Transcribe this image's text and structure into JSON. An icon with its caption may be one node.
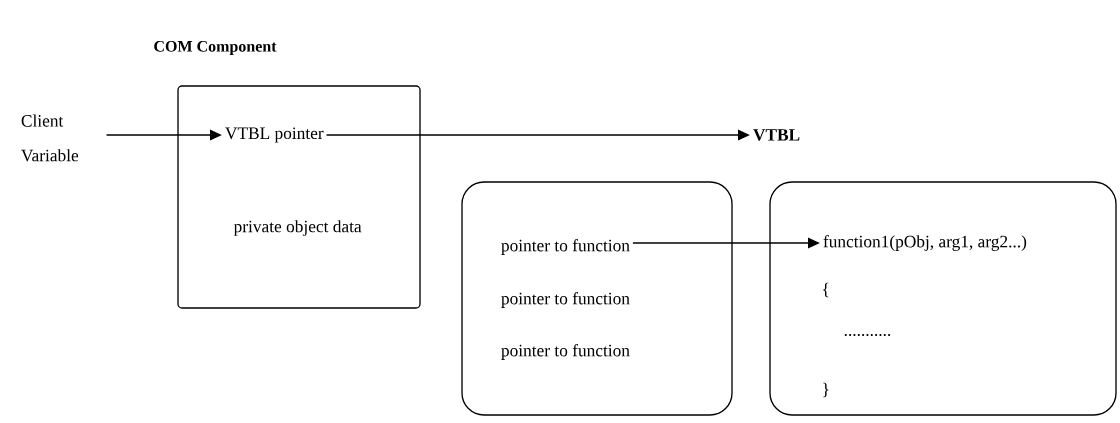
{
  "diagram": {
    "title": "COM Component",
    "nodes": [
      {
        "text": [
          "Client Variable"
        ]
      },
      {
        "text": [
          "private object data"
        ]
      },
      {
        "text": [
          "VTBL pointer"
        ],
        "in": 1
      },
      {
        "text": [
          "VTBL"
        ]
      },
      {
        "text": [],
        "shape": "box"
      },
      {
        "text": [
          "pointer to function"
        ],
        "in": 4
      },
      {
        "text": [
          "pointer to function"
        ],
        "in": 4
      },
      {
        "text": [
          "pointer to function"
        ],
        "in": 4
      },
      {
        "text": [
          "{",
          "...........",
          "}"
        ]
      },
      {
        "text": [
          "function1(pObj, arg1, arg2...)"
        ],
        "in": 8
      }
    ],
    "edges": [
      {
        "from": 0,
        "to": 2,
        "arrow": "to"
      },
      {
        "from": 2,
        "to": 3,
        "arrow": "to"
      },
      {
        "from": 5,
        "to": 9,
        "arrow": "to"
      }
    ]
  }
}
